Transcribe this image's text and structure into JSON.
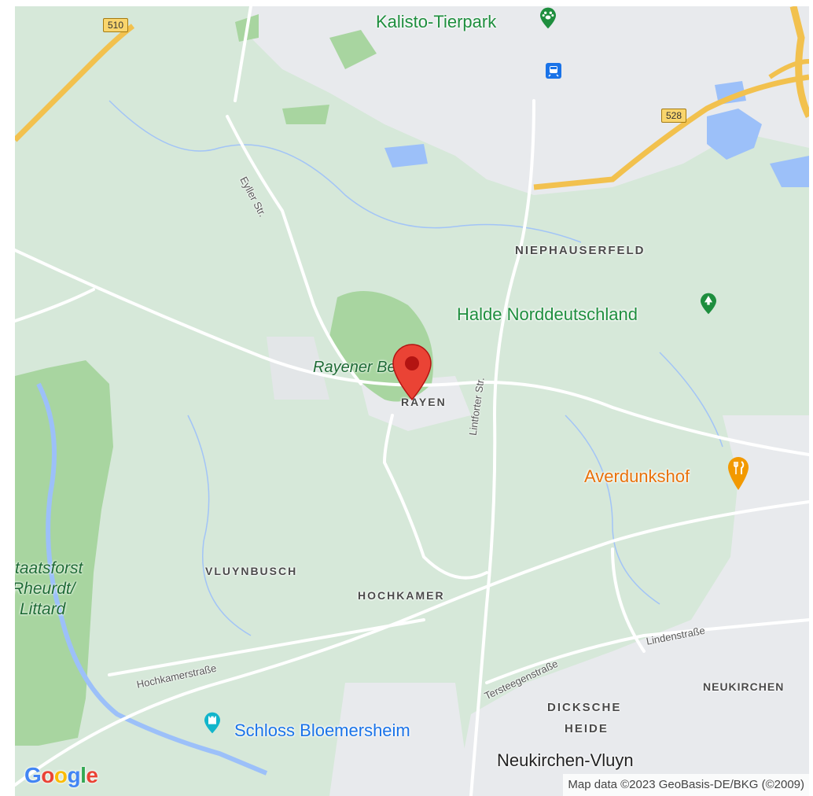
{
  "map": {
    "area_labels": {
      "niephauserfeld": "NIEPHAUSERFELD",
      "rayen": "RAYEN",
      "vluynbusch": "VLUYNBUSCH",
      "hochkamer": "HOCHKAMER",
      "dicksche_heide_1": "DICKSCHE",
      "dicksche_heide_2": "HEIDE",
      "neukirchen": "NEUKIRCHEN"
    },
    "places": {
      "kalisto": "Kalisto-Tierpark",
      "halde": "Halde Norddeutschland",
      "rayener": "Rayener Berg",
      "averdunkshof": "Averdunkshof",
      "schloss": "Schloss Bloemersheim",
      "neukirchen_vluyn": "Neukirchen-Vluyn",
      "staatsforst_1": "Staatsforst",
      "staatsforst_2": "Rheurdt/",
      "staatsforst_3": "Littard"
    },
    "roads": {
      "eyller": "Eyller Str.",
      "lintforter": "Lintforter Str.",
      "hochkamer": "Hochkamerstraße",
      "lindenstrasse": "Lindenstraße",
      "tersteegen": "Tersteegenstraße"
    },
    "shields": {
      "b510": "510",
      "b528": "528"
    },
    "icons": {
      "zoo": "paw-icon",
      "station": "train-icon",
      "park": "tree-icon",
      "restaurant": "fork-knife-icon",
      "castle": "castle-icon",
      "marker": "map-pin-icon"
    },
    "colors": {
      "land": "#d6e8d9",
      "forest": "#a8d5a0",
      "urban": "#e8eaed",
      "highway": "#f2c14e",
      "water": "#9cc0f9",
      "marker": "#ea4335"
    }
  },
  "brand": {
    "logo": "Google"
  },
  "attribution": "Map data ©2023 GeoBasis-DE/BKG (©2009)"
}
